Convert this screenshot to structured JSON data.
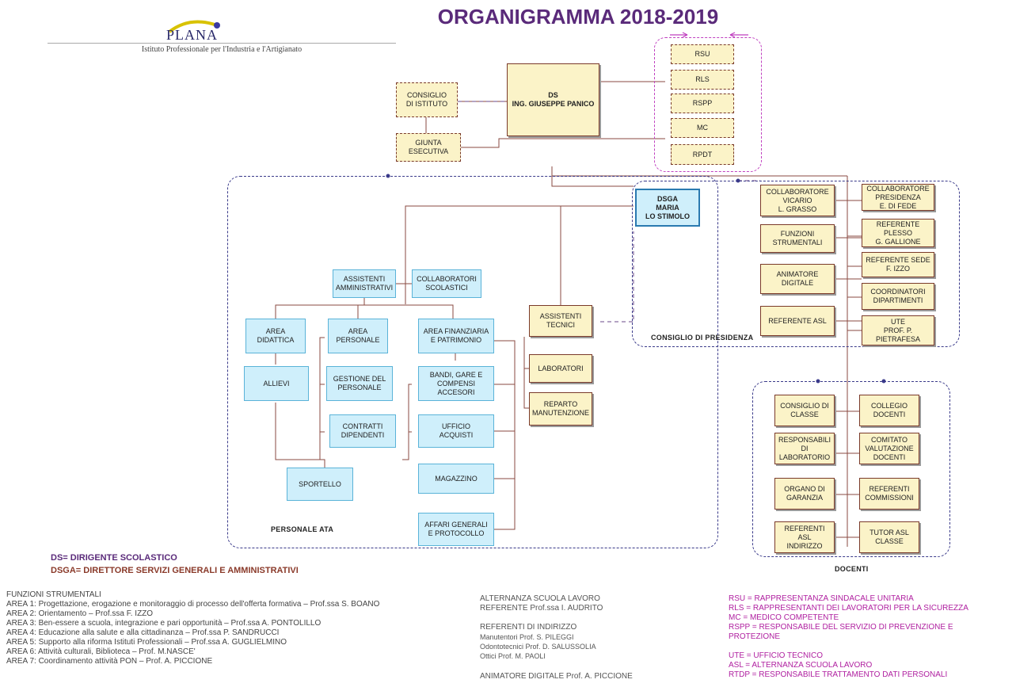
{
  "title": "ORGANIGRAMMA 2018-2019",
  "logo": {
    "name": "PLANA",
    "subtitle": "Istituto Professionale per l'Industria e l'Artigianato"
  },
  "nodes": {
    "ds": "DS\nIng. GIUSEPPE PANICO",
    "consiglio_istituto": "CONSIGLIO\nDI ISTITUTO",
    "giunta": "GIUNTA\nESECUTIVA",
    "rsu": "RSU",
    "rls": "RLS",
    "rspp": "RSPP",
    "mc": "MC",
    "rpdt": "RPDT",
    "dsga": "DSGA\nMARIA\nLO STIMOLO",
    "assistenti_amm": "ASSISTENTI\nAMMINISTRATIVI",
    "collaboratori_scol": "COLLABORATORI\nSCOLASTICI",
    "area_didattica": "AREA\nDIDATTICA",
    "area_personale": "AREA\nPERSONALE",
    "area_finanziaria": "AREA FINANZIARIA\nE PATRIMONIO",
    "allievi": "ALLIEVI",
    "gestione_personale": "GESTIONE DEL\nPERSONALE",
    "bandi": "BANDI, GARE E\nCOMPENSI\nACCESORI",
    "contratti": "CONTRATTI\nDIPENDENTI",
    "ufficio_acquisti": "UFFICIO\nACQUISTI",
    "sportello": "SPORTELLO",
    "magazzino": "MAGAZZINO",
    "affari_generali": "AFFARI GENERALI\nE PROTOCOLLO",
    "assistenti_tecnici": "ASSISTENTI\nTECNICI",
    "laboratori": "LABORATORI",
    "reparto": "REPARTO\nMANUTENZIONE",
    "collab_vicario": "COLLABORATORE\nVICARIO\nL. GRASSO",
    "collab_presidenza": "COLLABORATORE\nPRESIDENZA\nE. DI FEDE",
    "funzioni_strum": "FUNZIONI\nSTRUMENTALI",
    "ref_plesso": "REFERENTE\nPLESSO\nG. GALLIONE",
    "ref_sede": "REFERENTE SEDE\nF. IZZO",
    "animatore": "ANIMATORE\nDIGITALE",
    "coordinatori": "COORDINATORI\nDIPARTIMENTI",
    "ref_asl": "REFERENTE ASL",
    "ute": "UTE\nPROF. P.\nPIETRAFESA",
    "consiglio_classe": "CONSIGLIO DI\nCLASSE",
    "collegio": "COLLEGIO\nDOCENTI",
    "resp_lab": "RESPONSABILI\nDI\nLABORATORIO",
    "comitato": "COMITATO\nVALUTAZIONE\nDOCENTI",
    "organo": "ORGANO DI\nGARANZIA",
    "ref_commissioni": "REFERENTI\nCOMMISSIONI",
    "ref_asl_ind": "REFERENTI ASL\nINDIRIZZO",
    "tutor_asl": "TUTOR ASL\nCLASSE"
  },
  "region_labels": {
    "personale_ata": "PERSONALE ATA",
    "consiglio_presidenza": "CONSIGLIO DI PRESIDENZA",
    "docenti": "DOCENTI"
  },
  "abbrev": {
    "ds": "DS= DIRIGENTE SCOLASTICO",
    "dsga": "DSGA= DIRETTORE SERVIZI GENERALI E AMMINISTRATIVI"
  },
  "legend_left": [
    "FUNZIONI STRUMENTALI",
    "AREA 1: Progettazione, erogazione e monitoraggio di processo dell'offerta formativa – Prof.ssa S. BOANO",
    "AREA 2: Orientamento – Prof.ssa F. IZZO",
    "AREA 3: Ben-essere a scuola, integrazione e pari opportunità – Prof.ssa A. PONTOLILLO",
    "AREA 4: Educazione alla salute e alla cittadinanza – Prof.ssa P. SANDRUCCI",
    "AREA 5: Supporto alla riforma Istituti Professionali – Prof.ssa A. GUGLIELMINO",
    "AREA 6: Attività culturali, Biblioteca – Prof. M.NASCE'",
    "AREA 7: Coordinamento attività PON – Prof. A. PICCIONE"
  ],
  "legend_middle": {
    "alternanza": [
      "ALTERNANZA SCUOLA LAVORO",
      "REFERENTE Prof.ssa I. AUDRITO"
    ],
    "referenti": [
      "REFERENTI DI INDIRIZZO",
      "Manutentori Prof. S. PILEGGI",
      "Odontotecnici Prof. D. SALUSSOLIA",
      "Ottici Prof. M. PAOLI"
    ],
    "animatore": "ANIMATORE DIGITALE Prof. A. PICCIONE"
  },
  "legend_right": {
    "group1": [
      "RSU = RAPPRESENTANZA SINDACALE UNITARIA",
      "RLS = RAPPRESENTANTI DEI LAVORATORI PER LA SICUREZZA",
      "MC = MEDICO COMPETENTE",
      "RSPP = RESPONSABILE DEL SERVIZIO DI PREVENZIONE E",
      "PROTEZIONE"
    ],
    "group2": [
      "UTE = UFFICIO TECNICO",
      "ASL = ALTERNANZA SCUOLA LAVORO",
      "RTDP = RESPONSABILE TRATTAMENTO DATI PERSONALI"
    ]
  },
  "colors": {
    "title": "#5a2a7a",
    "blue_fill": "#cfeffb",
    "blue_border": "#5ab3d8",
    "yellow_fill": "#fbf3c8",
    "line": "#8a4a40",
    "region": "#3a3a8a",
    "magenta": "#c040c0",
    "ds_label": "#5a2a7a",
    "dsga_label": "#8a3a2a",
    "legend_left": "#444444",
    "legend_mid": "#555555",
    "legend_right": "#b020a0"
  }
}
